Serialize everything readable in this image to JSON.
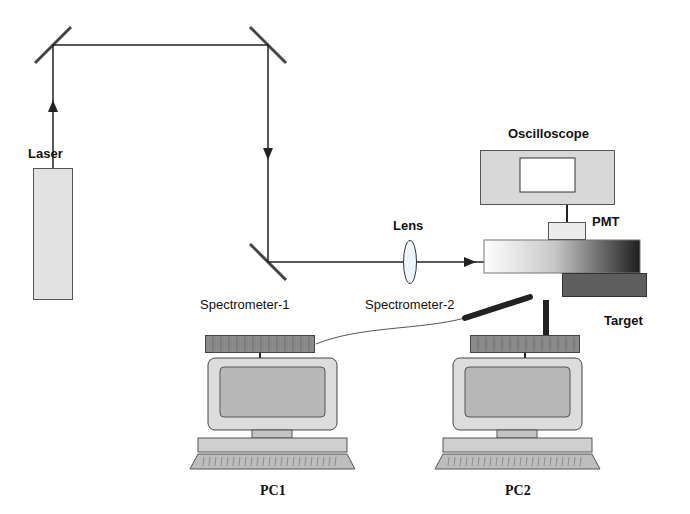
{
  "diagram": {
    "nodes": [
      {
        "text": [
          "Laser"
        ]
      },
      {
        "text": [
          "Lens"
        ]
      },
      {
        "text": [
          "Oscilloscope"
        ]
      },
      {
        "text": [
          "PMT"
        ]
      },
      {
        "text": [
          "Target"
        ]
      },
      {
        "text": [
          "Spectrometer-1"
        ]
      },
      {
        "text": [
          "Spectrometer-2"
        ]
      },
      {
        "text": [
          "PC1"
        ]
      },
      {
        "text": [
          "PC2"
        ]
      }
    ],
    "edges": [
      {
        "from": 0,
        "to": 1,
        "arrow": "none"
      },
      {
        "from": 2,
        "to": 3,
        "arrow": "none"
      },
      {
        "from": 5,
        "to": 7,
        "arrow": "none"
      },
      {
        "from": 6,
        "to": 8,
        "arrow": "none"
      }
    ]
  }
}
